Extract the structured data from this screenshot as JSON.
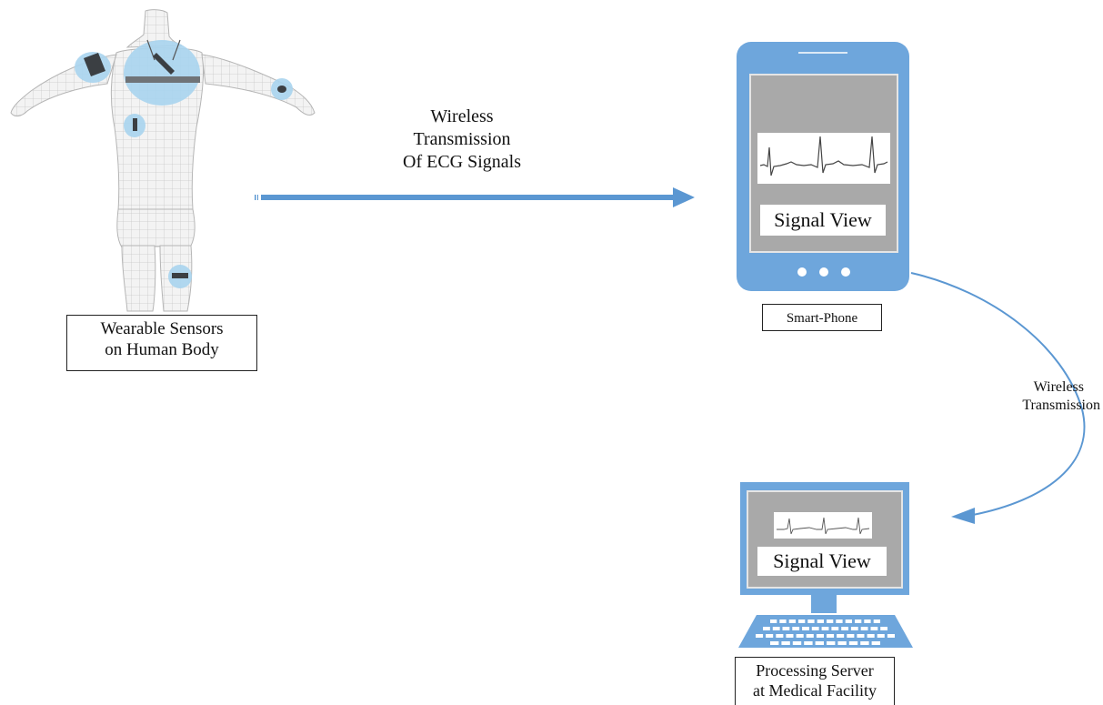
{
  "body_label": {
    "line1": "Wearable Sensors",
    "line2": "on Human Body"
  },
  "arrow_label": {
    "line1": "Wireless",
    "line2": "Transmission",
    "line3": "Of ECG Signals"
  },
  "phone": {
    "screen_text": "Signal View",
    "label": "Smart-Phone"
  },
  "curve_label": {
    "line1": "Wireless",
    "line2": "Transmission"
  },
  "server": {
    "screen_text": "Signal View",
    "label_line1": "Processing Server",
    "label_line2": "at Medical Facility"
  },
  "colors": {
    "device_blue": "#6ea6dc",
    "sensor_blue": "#a9d4ee",
    "arrow_blue": "#4f8fd0",
    "screen_gray": "#a9a9a9"
  }
}
